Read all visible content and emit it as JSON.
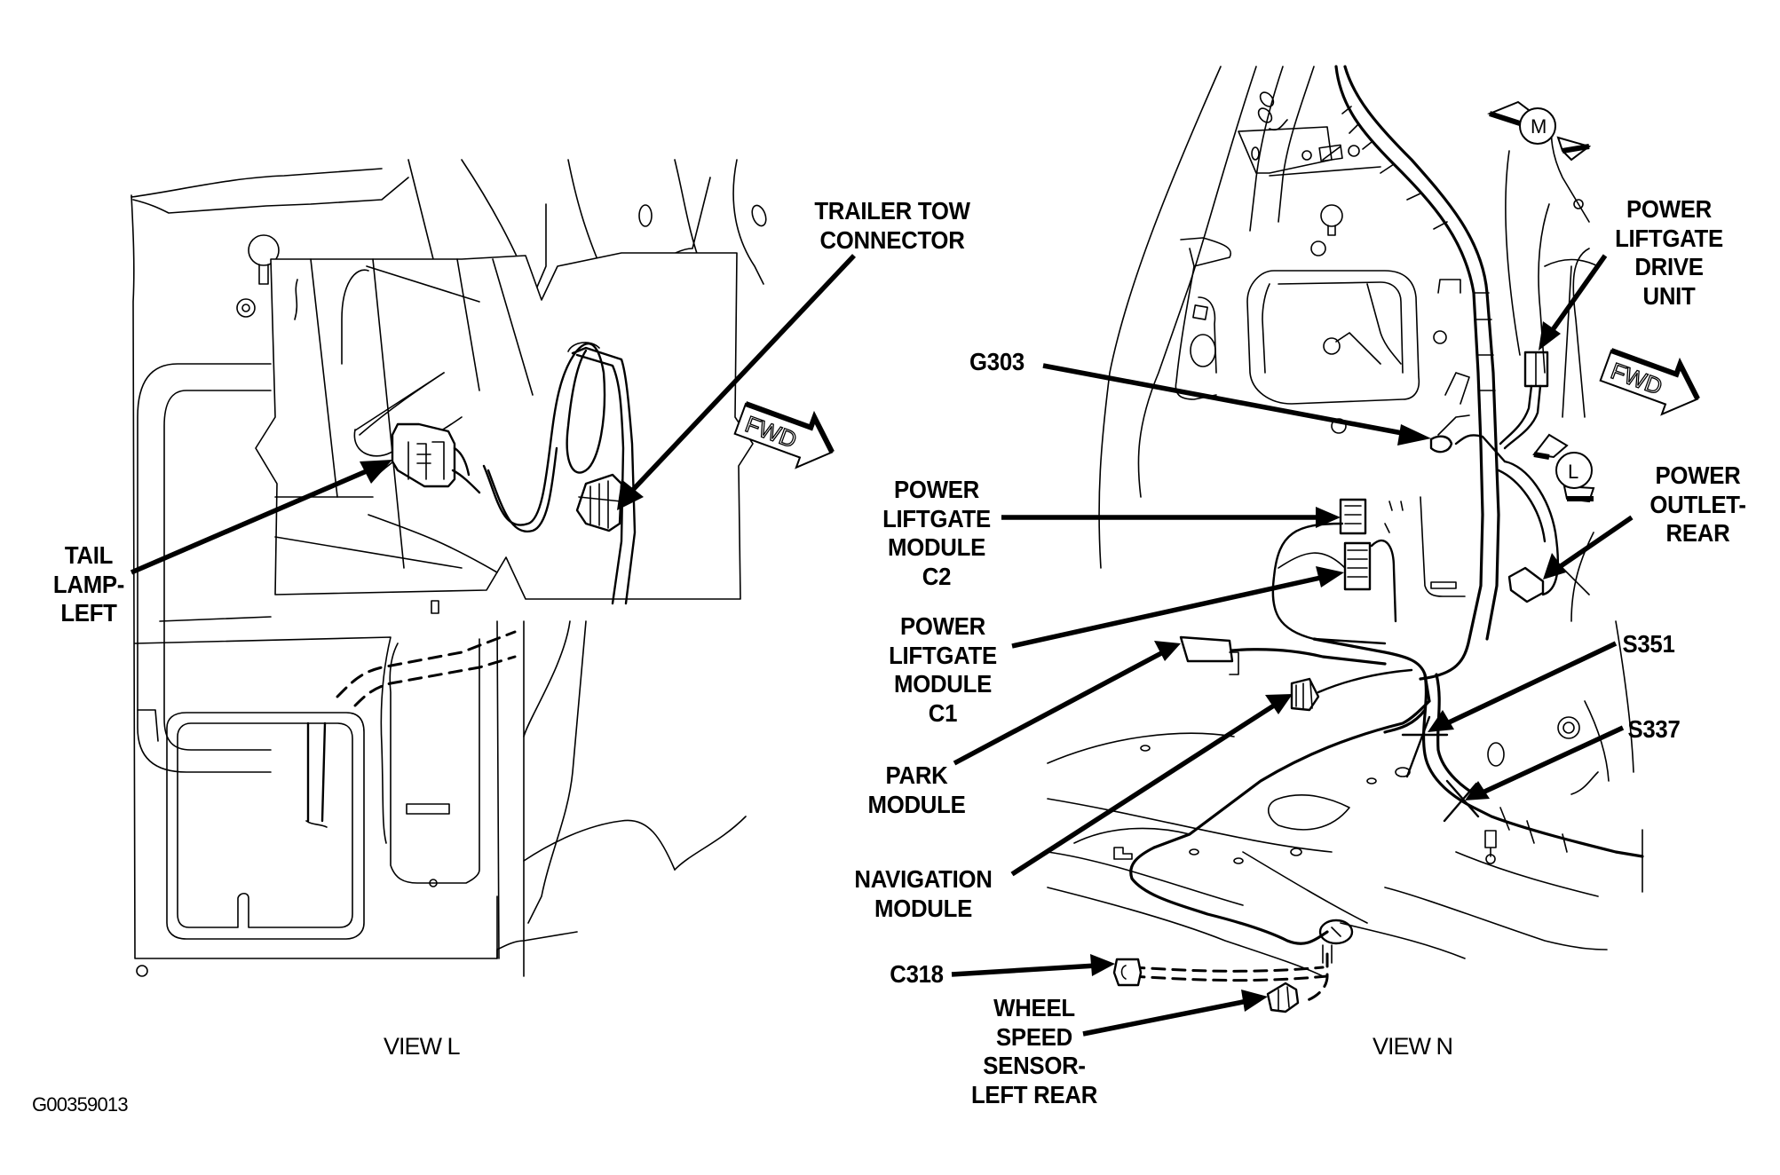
{
  "figure": {
    "id": "G00359013",
    "views": [
      {
        "key": "L",
        "caption": "VIEW L"
      },
      {
        "key": "N",
        "caption": "VIEW N"
      }
    ]
  },
  "view_l": {
    "labels": {
      "trailer_tow_connector": "TRAILER TOW\nCONNECTOR",
      "tail_lamp_left": "TAIL\nLAMP-\nLEFT"
    },
    "direction_marker": "FWD"
  },
  "view_n": {
    "labels": {
      "power_liftgate_drive_unit": "POWER\nLIFTGATE\nDRIVE\nUNIT",
      "g303": "G303",
      "power_liftgate_module_c2": "POWER\nLIFTGATE\nMODULE\nC2",
      "power_liftgate_module_c1": "POWER\nLIFTGATE\nMODULE\nC1",
      "power_outlet_rear": "POWER\nOUTLET-\nREAR",
      "s351": "S351",
      "s337": "S337",
      "park_module": "PARK\nMODULE",
      "navigation_module": "NAVIGATION\nMODULE",
      "c318": "C318",
      "wheel_speed_sensor_left_rear": "WHEEL\nSPEED\nSENSOR-\nLEFT REAR"
    },
    "direction_marker": "FWD",
    "rotation_markers": [
      "M",
      "L"
    ]
  }
}
